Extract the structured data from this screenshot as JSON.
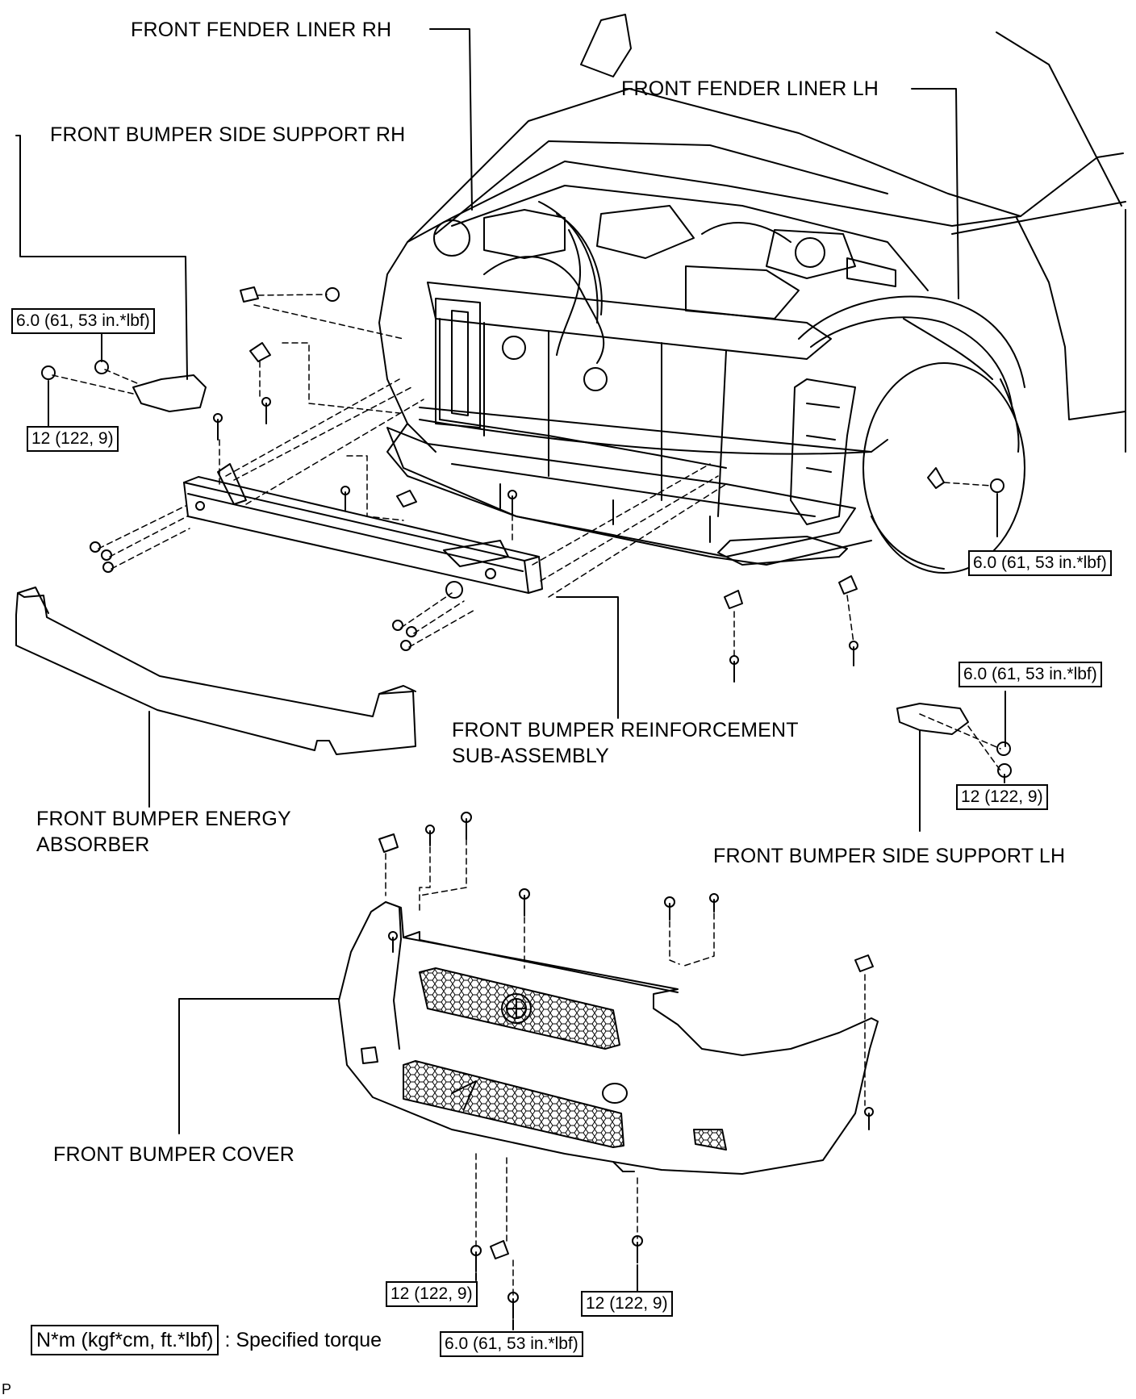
{
  "labels": {
    "fender_liner_rh": "FRONT FENDER LINER RH",
    "fender_liner_lh": "FRONT FENDER LINER LH",
    "side_support_rh": "FRONT BUMPER SIDE SUPPORT RH",
    "side_support_lh": "FRONT BUMPER SIDE SUPPORT LH",
    "reinforcement_line1": "FRONT BUMPER REINFORCEMENT",
    "reinforcement_line2": "SUB-ASSEMBLY",
    "energy_absorber_line1": "FRONT BUMPER ENERGY",
    "energy_absorber_line2": "ABSORBER",
    "bumper_cover": "FRONT BUMPER COVER"
  },
  "torque": {
    "rh_support_small": "6.0 (61, 53 in.*lbf)",
    "rh_support_large": "12 (122, 9)",
    "lh_fender": "6.0 (61, 53 in.*lbf)",
    "lh_support_small": "6.0 (61, 53 in.*lbf)",
    "lh_support_large": "12 (122, 9)",
    "cover_bottom_left": "12 (122, 9)",
    "cover_bottom_center": "6.0 (61, 53 in.*lbf)",
    "cover_bottom_right": "12 (122, 9)"
  },
  "legend": {
    "unit": "N*m (kgf*cm, ft.*lbf)",
    "text": ": Specified torque"
  },
  "figure_code": "P"
}
